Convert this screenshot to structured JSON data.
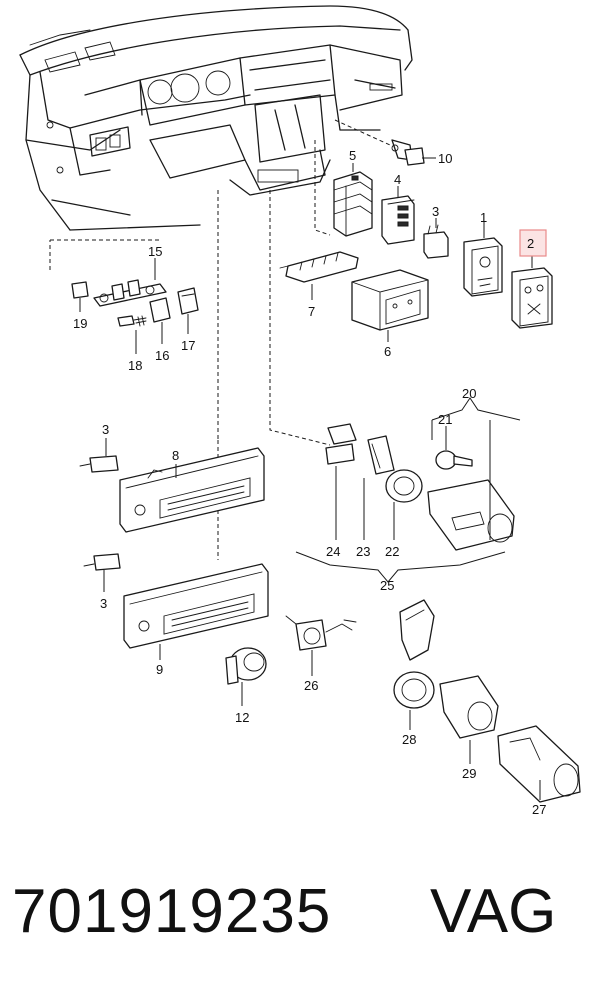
{
  "diagram": {
    "labels": {
      "p1": "1",
      "p2": "2",
      "p3a": "3",
      "p3b": "3",
      "p3c": "3",
      "p4": "4",
      "p5": "5",
      "p6": "6",
      "p7": "7",
      "p8": "8",
      "p9": "9",
      "p10": "10",
      "p12": "12",
      "p15": "15",
      "p16": "16",
      "p17": "17",
      "p18": "18",
      "p19": "19",
      "p20": "20",
      "p21": "21",
      "p22": "22",
      "p23": "23",
      "p24": "24",
      "p25": "25",
      "p26": "26",
      "p27": "27",
      "p28": "28",
      "p29": "29"
    },
    "highlight_label": "2",
    "highlight_color": "#e88a8a"
  },
  "caption": {
    "part_number": "701919235",
    "brand": "VAG"
  }
}
